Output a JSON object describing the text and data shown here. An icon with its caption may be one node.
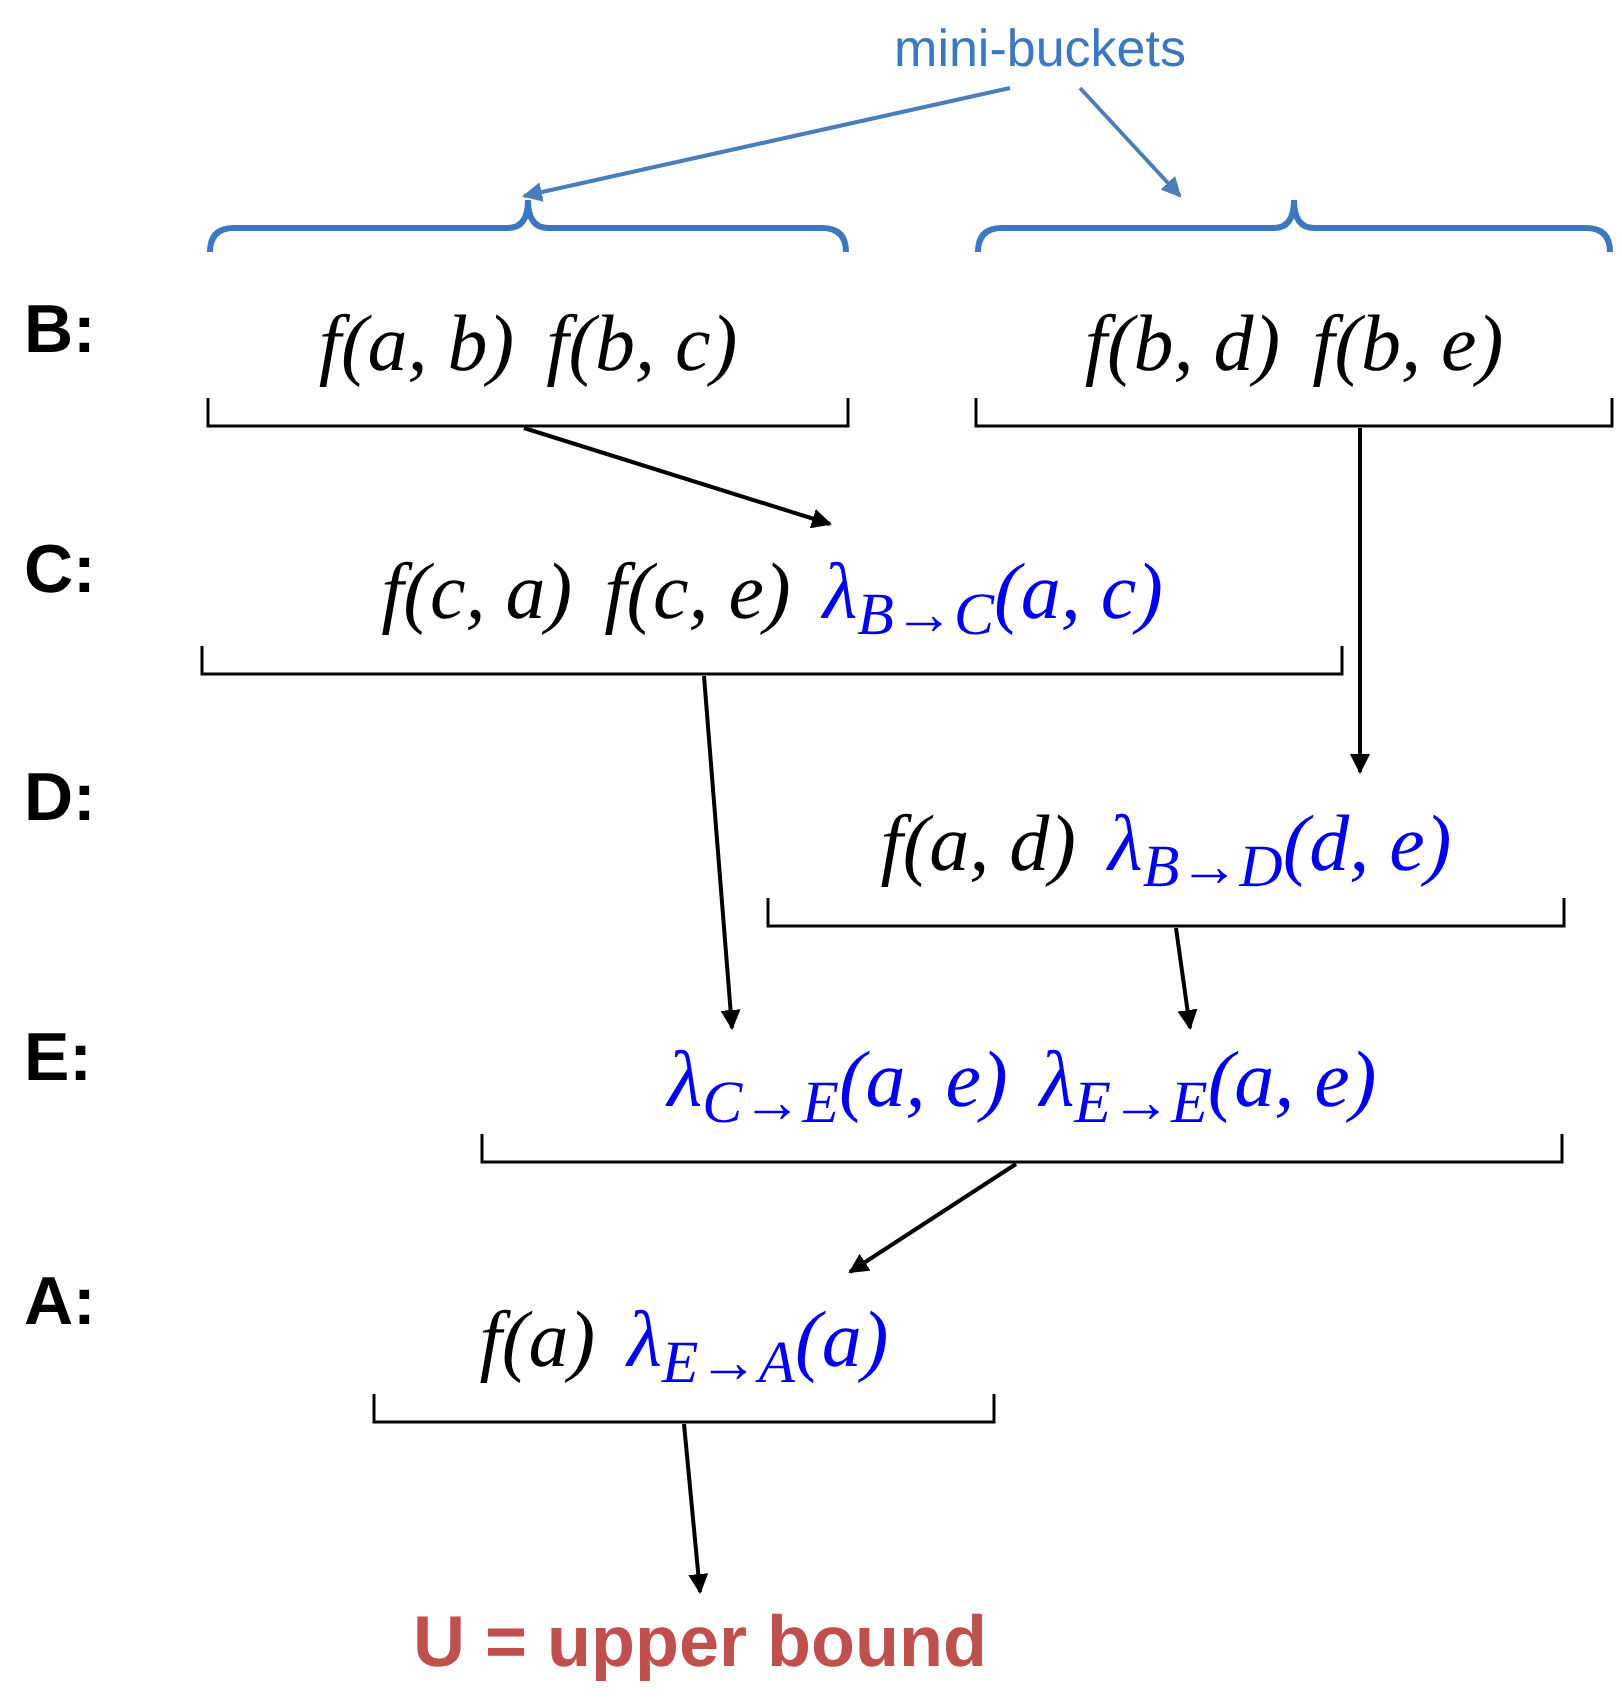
{
  "diagram": {
    "nodes": [
      {
        "text": [
          "mini-buckets"
        ]
      },
      {
        "text": [
          "f(a, b)",
          "f(b, c)"
        ]
      },
      {
        "text": [
          "f(b, d)",
          "f(b, e)"
        ]
      },
      {
        "text": [
          "f(c, a)",
          "f(c, e)",
          "λ$_{B→C}$(a, c)"
        ]
      },
      {
        "text": [
          "f(a, d)",
          "λ$_{B→D}$(d, e)"
        ]
      },
      {
        "text": [
          "λ$_{C→E}$(a, e)",
          "λ$_{E→E}$(a, e)"
        ]
      },
      {
        "text": [
          "f(a)",
          "λ$_{E→A}$(a)"
        ]
      },
      {
        "text": [
          "U = upper bound"
        ]
      }
    ],
    "edges": [
      {
        "from": 0,
        "to": 1,
        "arrow": "to",
        "color": "#4a7ebb"
      },
      {
        "from": 0,
        "to": 2,
        "arrow": "to",
        "color": "#4a7ebb"
      },
      {
        "from": 1,
        "to": 3,
        "arrow": "to"
      },
      {
        "from": 2,
        "to": 4,
        "arrow": "to"
      },
      {
        "from": 3,
        "to": 5,
        "arrow": "to"
      },
      {
        "from": 4,
        "to": 5,
        "arrow": "to"
      },
      {
        "from": 5,
        "to": 6,
        "arrow": "to"
      },
      {
        "from": 6,
        "to": 7,
        "arrow": "to"
      }
    ],
    "labels": [
      "B:",
      "C:",
      "D:",
      "E:",
      "A:"
    ]
  }
}
